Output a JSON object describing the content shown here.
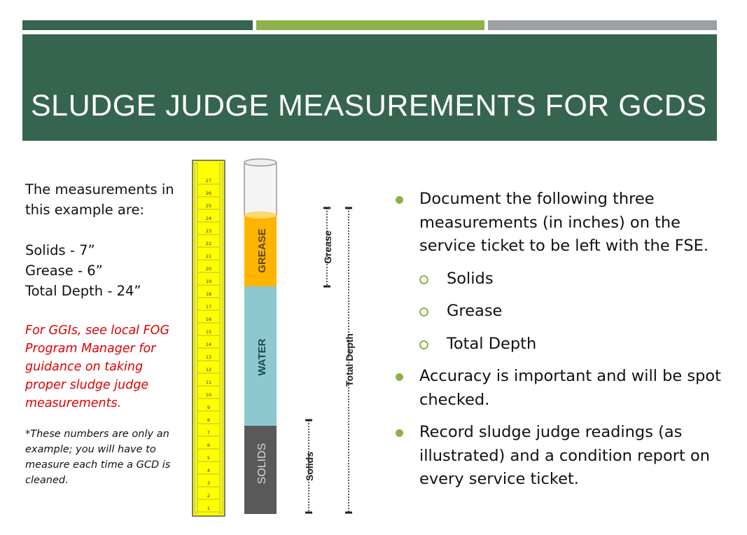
{
  "slide": {
    "title": "SLUDGE JUDGE MEASUREMENTS FOR GCDS",
    "colors": {
      "title_band": "#35644f",
      "accent_green": "#8db24a",
      "accent_gray": "#9aa0a4",
      "grease": "#ffb400",
      "water": "#8dc8d0",
      "solids": "#595959",
      "ruler": "#ffff00",
      "note_red": "#e00000"
    }
  },
  "left": {
    "intro": "The measurements in this example are:",
    "values": [
      "Solids - 7”",
      "Grease - 6”",
      "Total Depth - 24”"
    ],
    "red_note": "For GGIs, see local FOG Program Manager for guidance on taking proper sludge judge measurements.",
    "footnote": "*These numbers are only an example; you will have to measure each time a GCD is cleaned."
  },
  "diagram": {
    "ruler_ticks": [
      "1",
      "2",
      "3",
      "4",
      "5",
      "6",
      "7",
      "8",
      "9",
      "10",
      "11",
      "12",
      "13",
      "14",
      "15",
      "16",
      "17",
      "18",
      "19",
      "20",
      "21",
      "22",
      "23",
      "24",
      "25",
      "26",
      "27"
    ],
    "layers": {
      "grease": "GREASE",
      "water": "WATER",
      "solids": "SOLIDS"
    },
    "measures": {
      "grease": "Grease",
      "total": "Total Depth",
      "solids": "Solids"
    }
  },
  "right": {
    "bullets": [
      {
        "text": "Document the following three measurements (in inches) on the service ticket to be left with the FSE.",
        "subitems": [
          "Solids",
          "Grease",
          "Total Depth"
        ]
      },
      {
        "text": "Accuracy is important and will be spot checked.",
        "subitems": []
      },
      {
        "text": "Record sludge judge readings (as illustrated) and a condition report on every service ticket.",
        "subitems": []
      }
    ]
  }
}
